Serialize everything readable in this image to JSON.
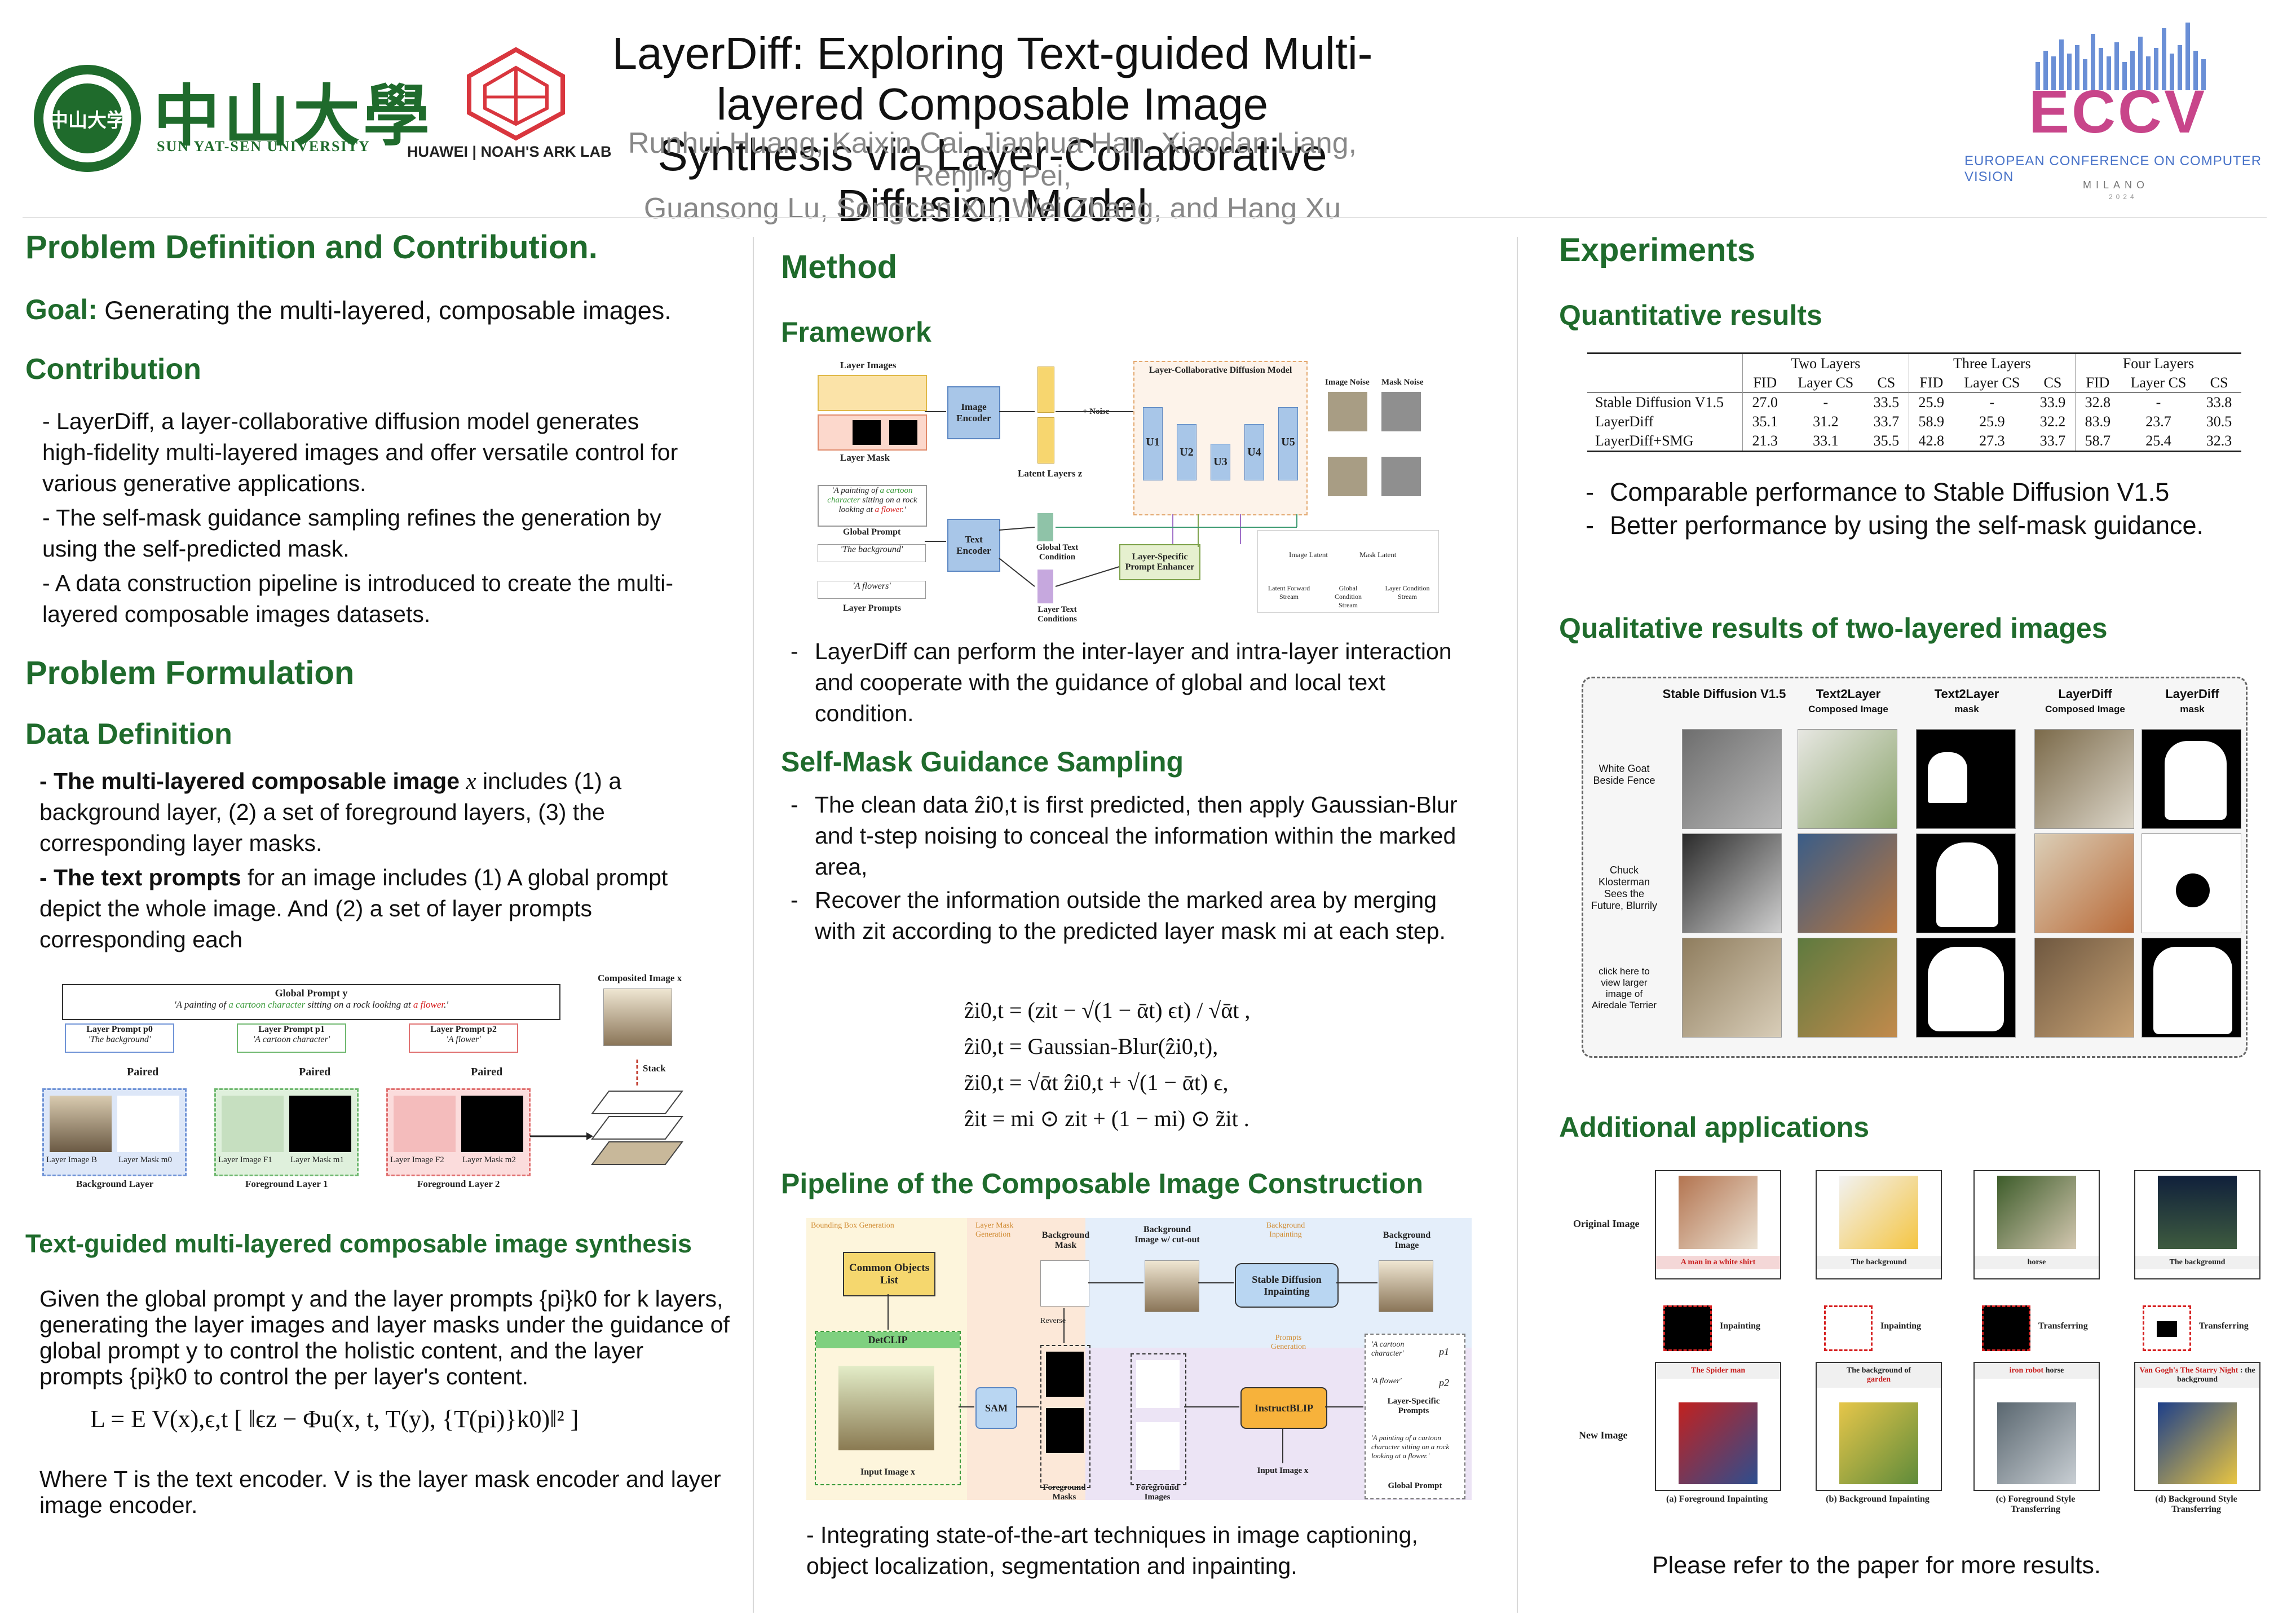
{
  "header": {
    "title_line1": "LayerDiff: Exploring Text-guided Multi-layered Composable Image",
    "title_line2": "Synthesis via Layer-Collaborative Diffusion Model",
    "authors_line1": "Runhui Huang, Kaixin Cai, Jianhua Han, Xiaodan Liang, Renjing Pei,",
    "authors_line2": "Guansong Lu, Songcen Xu, Wei Zhang, and Hang Xu",
    "sysu_cn": "中山大學",
    "sysu_en": "SUN YAT-SEN UNIVERSITY",
    "sysu_seal": "中山大学",
    "huawei": "HUAWEI | NOAH'S ARK LAB",
    "eccv": "ECCV",
    "eccv_full": "EUROPEAN CONFERENCE ON COMPUTER VISION",
    "eccv_city": "MILANO",
    "eccv_year": "2024"
  },
  "left": {
    "h_problem": "Problem Definition and Contribution.",
    "goal_label": "Goal:",
    "goal_text": " Generating the multi-layered, composable images.",
    "h_contribution": "Contribution",
    "contrib": [
      "- LayerDiff, a layer-collaborative diffusion model generates high-fidelity multi-layered images and offer versatile control for various generative applications.",
      "- The self-mask guidance sampling refines the generation by using the self-predicted mask.",
      "- A data construction pipeline is introduced to create the multi-layered composable images datasets."
    ],
    "h_formulation": "Problem Formulation",
    "h_data_def": "Data Definition",
    "dd1_bold": "- The multi-layered composable image ",
    "dd1_var": "x",
    "dd1_rest": " includes (1) a background layer, (2) a set of foreground layers, (3) the corresponding layer masks.",
    "dd2_bold": "- The text prompts",
    "dd2_rest": " for an image includes (1) A global prompt depict the whole image. And (2) a set of layer prompts corresponding each",
    "fig": {
      "global_prompt": "Global Prompt y",
      "global_text_a": "'A painting of ",
      "global_text_b": "a cartoon character",
      "global_text_c": " sitting on a rock looking at ",
      "global_text_d": "a flower",
      "global_text_e": ".'",
      "lp0": "Layer Prompt p0",
      "lp0_t": "'The background'",
      "lp1": "Layer Prompt p1",
      "lp1_t": "'A cartoon character'",
      "lp2": "Layer Prompt p2",
      "lp2_t": "'A flower'",
      "paired": "Paired",
      "composited": "Composited Image x",
      "stack": "Stack",
      "li_b": "Layer Image B",
      "lm0": "Layer Mask m0",
      "li_f1": "Layer Image F1",
      "lm1": "Layer Mask m1",
      "li_f2": "Layer Image F2",
      "lm2": "Layer Mask m2",
      "bg_layer": "Background Layer",
      "fg1": "Foreground Layer 1",
      "fg2": "Foreground Layer 2"
    },
    "h_tg": "Text-guided multi-layered composable image synthesis",
    "tg_text": "Given the global prompt y and the layer prompts {pi}k0 for k layers, generating the layer images and layer masks under the guidance of global prompt y to control the holistic content, and the layer prompts {pi}k0 to control the per layer's content.",
    "loss": "L = E V(x),ϵ,t [ ‖ϵz − Φu(x, t, T(y), {T(pi)}k0)‖² ]",
    "where_text": "Where T is the text encoder. V is the layer mask encoder and layer image encoder."
  },
  "middle": {
    "h_method": "Method",
    "h_framework": "Framework",
    "fw": {
      "layer_images": "Layer Images",
      "layer_mask": "Layer Mask",
      "image_encoder": "Image Encoder",
      "latent_layers": "Latent Layers z",
      "plus_noise": "+ Noise",
      "lcdm": "Layer-Collaborative Diffusion Model",
      "u1": "U1",
      "u2": "U2",
      "u3": "U3",
      "u4": "U4",
      "u5": "U5",
      "image_noise": "Image Noise",
      "mask_noise": "Mask Noise",
      "prompt_a": "'A painting of ",
      "prompt_b": "a cartoon character",
      "prompt_c": " sitting on a rock looking at ",
      "prompt_d": "a flower",
      "prompt_e": ".'",
      "global_prompt": "Global Prompt",
      "bg_prompt": "'The background'",
      "flowers_prompt": "'A flowers'",
      "layer_prompts": "Layer Prompts",
      "text_encoder": "Text Encoder",
      "global_tc": "Global Text Condition",
      "layer_tc": "Layer Text Conditions",
      "lspe": "Layer-Specific Prompt Enhancer",
      "leg_image_latent": "Image Latent",
      "leg_mask_latent": "Mask Latent",
      "leg_lfs": "Latent Forward Stream",
      "leg_gcs": "Global Condition Stream",
      "leg_lcs": "Layer Condition Stream"
    },
    "fw_bullet": "LayerDiff can perform the inter-layer and intra-layer interaction and cooperate with the guidance of global and local text condition.",
    "h_smgs": "Self-Mask Guidance Sampling",
    "smgs1": "The clean data ẑi0,t is first predicted, then apply Gaussian-Blur and t-step noising to conceal the information within the marked area,",
    "smgs2": "Recover the information outside the marked area by merging with zit according to the predicted layer mask mi at each step.",
    "eq1": "ẑi0,t = (zit − √(1 − ᾱt) ϵt) / √ᾱt ,",
    "eq2": "ẑi0,t = Gaussian-Blur(ẑi0,t),",
    "eq3": "z̃i0,t = √ᾱt ẑi0,t + √(1 − ᾱt) ϵ,",
    "eq4": "ẑit = mi ⊙ zit + (1 − mi) ⊙ z̃it .",
    "h_pipeline": "Pipeline of the Composable Image Construction",
    "pl": {
      "bbox_gen": "Bounding Box Generation",
      "mask_gen": "Layer Mask Generation",
      "bg_inpaint": "Background Inpainting",
      "prompts_gen": "Prompts Generation",
      "col": "Common Objects List",
      "detclip": "DetCLIP",
      "input_image": "Input Image x",
      "sam": "SAM",
      "bg_mask": "Background Mask",
      "reverse": "Reverse",
      "fg_masks": "Foreground Masks",
      "bg_cutout": "Background Image w/ cut-out",
      "sd_inpaint": "Stable Diffusion Inpainting",
      "bg_image": "Background Image",
      "fg_images": "Foreground Images",
      "instructblip": "InstructBLIP",
      "input_image2": "Input Image x",
      "p1_t": "'A cartoon character'",
      "p1": "p1",
      "p2_t": "'A flower'",
      "p2": "p2",
      "lsp": "Layer-Specific Prompts",
      "gp_t": "'A painting of a cartoon character sitting on a rock looking at a flower.'",
      "gp": "Global Prompt"
    },
    "pl_bullet": "- Integrating state-of-the-art techniques in image captioning, object localization, segmentation and inpainting."
  },
  "right": {
    "h_exp": "Experiments",
    "h_quant": "Quantitative results",
    "table": {
      "groups": [
        "Two Layers",
        "Three Layers",
        "Four Layers"
      ],
      "subcols": [
        "FID",
        "Layer CS",
        "CS"
      ],
      "rows": [
        {
          "name": "Stable Diffusion V1.5",
          "vals": [
            "27.0",
            "-",
            "33.5",
            "25.9",
            "-",
            "33.9",
            "32.8",
            "-",
            "33.8"
          ]
        },
        {
          "name": "LayerDiff",
          "vals": [
            "35.1",
            "31.2",
            "33.7",
            "58.9",
            "25.9",
            "32.2",
            "83.9",
            "23.7",
            "30.5"
          ]
        },
        {
          "name": "LayerDiff+SMG",
          "vals": [
            "21.3",
            "33.1",
            "35.5",
            "42.8",
            "27.3",
            "33.7",
            "58.7",
            "25.4",
            "32.3"
          ]
        }
      ]
    },
    "quant_bullets": [
      "Comparable performance to Stable Diffusion V1.5",
      "Better performance by using the self-mask guidance."
    ],
    "h_qual": "Qualitative results of two-layered images",
    "qual": {
      "cols": [
        {
          "t": "Stable Diffusion V1.5",
          "s": ""
        },
        {
          "t": "Text2Layer",
          "s": "Composed Image"
        },
        {
          "t": "Text2Layer",
          "s": "mask"
        },
        {
          "t": "LayerDiff",
          "s": "Composed Image"
        },
        {
          "t": "LayerDiff",
          "s": "mask"
        }
      ],
      "rows": [
        "White Goat Beside Fence",
        "Chuck Klosterman Sees the Future, Blurrily",
        "click here to view larger image of Airedale Terrier"
      ]
    },
    "h_add": "Additional applications",
    "add": {
      "original": "Original Image",
      "new": "New Image",
      "cols": [
        {
          "cap1": "A man in a white shirt",
          "op": "Inpainting",
          "cap2": "The Spider man",
          "cap2b": "",
          "bottom": "(a) Foreground Inpainting"
        },
        {
          "cap1": "The background",
          "op": "Inpainting",
          "cap2": "The background of",
          "cap2b": "garden",
          "bottom": "(b) Background Inpainting"
        },
        {
          "cap1": "horse",
          "op": "Transferring",
          "cap2": "iron robot",
          "cap2b": " horse",
          "bottom": "(c) Foreground Style Transferring"
        },
        {
          "cap1": "The background",
          "op": "Transferring",
          "cap2": "Van Gogh's The Starry Night",
          "cap2b": " : the background",
          "bottom": "(d) Background Style Transferring"
        }
      ]
    },
    "closing": "Please refer to the paper for more results."
  }
}
